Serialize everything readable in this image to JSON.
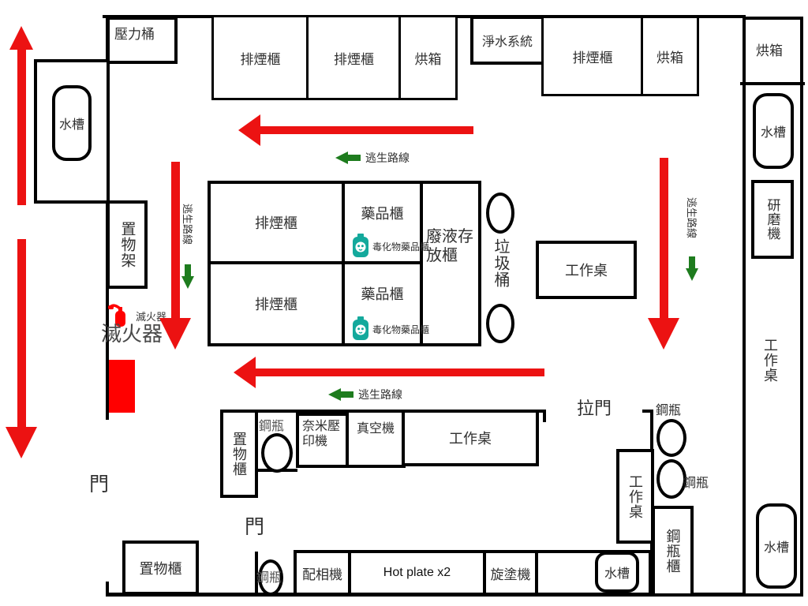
{
  "labels": {
    "pressure_tank": "壓力桶",
    "sink": "水槽",
    "fume_hood": "排煙櫃",
    "oven": "烘箱",
    "water_purification_system": "淨水系統",
    "storage_rack": "置物架",
    "fire_extinguisher": "滅火器",
    "chemical_cabinet": "藥品櫃",
    "toxic_chemical_cabinet": "毒化物藥品櫃",
    "waste_liquid_storage_cabinet": "廢液存放櫃",
    "trash_bin": "垃圾桶",
    "work_table": "工作桌",
    "grinder": "研磨機",
    "escape_route": "逃生路線",
    "door": "門",
    "sliding_door": "拉門",
    "gas_cylinder": "鋼瓶",
    "gas_cylinder_cabinet": "鋼瓶櫃",
    "storage_cabinet": "置物櫃",
    "nanoimprint_machine": "奈米壓印機",
    "vacuum_machine": "真空機",
    "phase_matching_machine": "配相機",
    "hot_plate": "Hot plate x2",
    "spin_coater": "旋塗機"
  },
  "colors": {
    "wall": "#000000",
    "label_text": "#303030",
    "arrow_red": "#ec1212",
    "arrow_green": "#1e7c1e",
    "icon_teal": "#14a99c",
    "fill_red": "#ff0000"
  }
}
